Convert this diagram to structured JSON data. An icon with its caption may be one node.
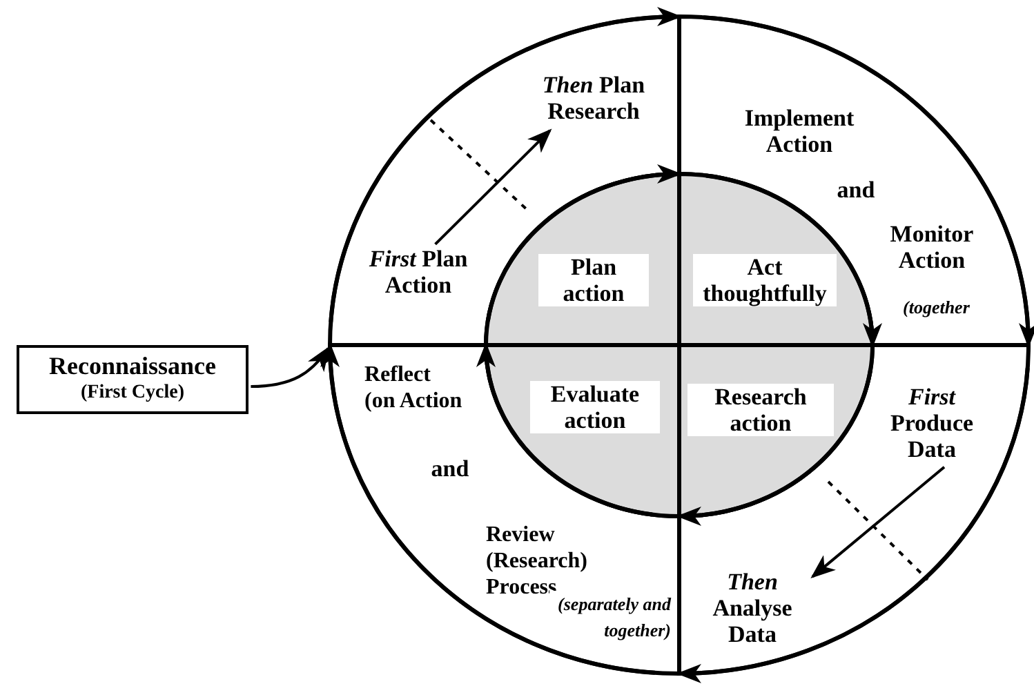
{
  "diagram": {
    "nodes": [
      {
        "text": [
          "Reconnaissance",
          "(First Cycle)"
        ]
      },
      {
        "text": [],
        "shape": "quadrant"
      },
      {
        "text": [
          "*First* Plan Action"
        ],
        "in": 1
      },
      {
        "text": [
          "*Then* Plan Research"
        ],
        "in": 1
      },
      {
        "text": [
          "Implement Action",
          "and",
          "Monitor Action",
          "(together"
        ]
      },
      {
        "text": [],
        "shape": "quadrant"
      },
      {
        "text": [
          "*First* Produce Data"
        ],
        "in": 5
      },
      {
        "text": [
          "*Then* Analyse Data"
        ],
        "in": 5
      },
      {
        "text": [
          "Reflect (on Action",
          "and",
          "Review (Research) Process",
          "(separately and together)"
        ]
      },
      {
        "text": [
          "Plan action"
        ]
      },
      {
        "text": [
          "Act thoughtfully"
        ]
      },
      {
        "text": [
          "Research action"
        ]
      },
      {
        "text": [
          "Evaluate action"
        ]
      }
    ],
    "edges": [
      {
        "from": 0,
        "to": 1,
        "arrow": "to"
      },
      {
        "from": 2,
        "to": 3,
        "arrow": "to"
      },
      {
        "from": 6,
        "to": 7,
        "arrow": "to"
      },
      {
        "from": 1,
        "to": 4,
        "arrow": "to"
      },
      {
        "from": 4,
        "to": 5,
        "arrow": "to"
      },
      {
        "from": 5,
        "to": 8,
        "arrow": "to"
      },
      {
        "from": 8,
        "to": 1,
        "arrow": "to"
      },
      {
        "from": 9,
        "to": 10,
        "arrow": "to"
      },
      {
        "from": 10,
        "to": 11,
        "arrow": "to"
      },
      {
        "from": 11,
        "to": 12,
        "arrow": "to"
      },
      {
        "from": 12,
        "to": 9,
        "arrow": "to"
      }
    ]
  }
}
